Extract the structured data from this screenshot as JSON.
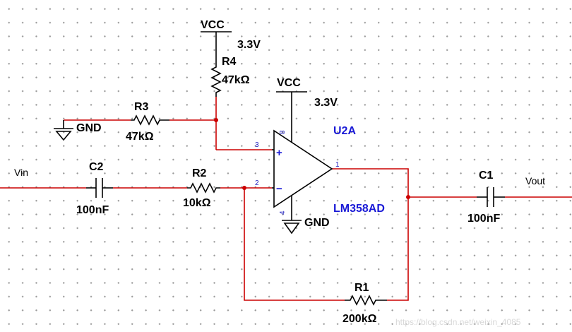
{
  "labels": {
    "vin": "Vin",
    "vout": "Vout",
    "vcc_top": "VCC",
    "vcc_top_voltage": "3.3V",
    "vcc_opamp": "VCC",
    "vcc_opamp_voltage": "3.3V",
    "gnd_left": "GND",
    "gnd_opamp": "GND"
  },
  "components": {
    "r1": {
      "ref": "R1",
      "value": "200kΩ"
    },
    "r2": {
      "ref": "R2",
      "value": "10kΩ"
    },
    "r3": {
      "ref": "R3",
      "value": "47kΩ"
    },
    "r4": {
      "ref": "R4",
      "value": "47kΩ"
    },
    "c1": {
      "ref": "C1",
      "value": "100nF"
    },
    "c2": {
      "ref": "C2",
      "value": "100nF"
    },
    "u2a": {
      "ref": "U2A",
      "part": "LM358AD"
    }
  },
  "pins": {
    "p1": "1",
    "p2": "2",
    "p3": "3",
    "p4": "4",
    "p8": "8",
    "plus": "+",
    "minus": "−"
  },
  "colors": {
    "wire": "#cc0000",
    "component": "#000000",
    "opamp_label": "#1a1ad6",
    "pin_number": "#1f1fbf"
  },
  "watermark": "https://blog.csdn.net/weixin_4085"
}
